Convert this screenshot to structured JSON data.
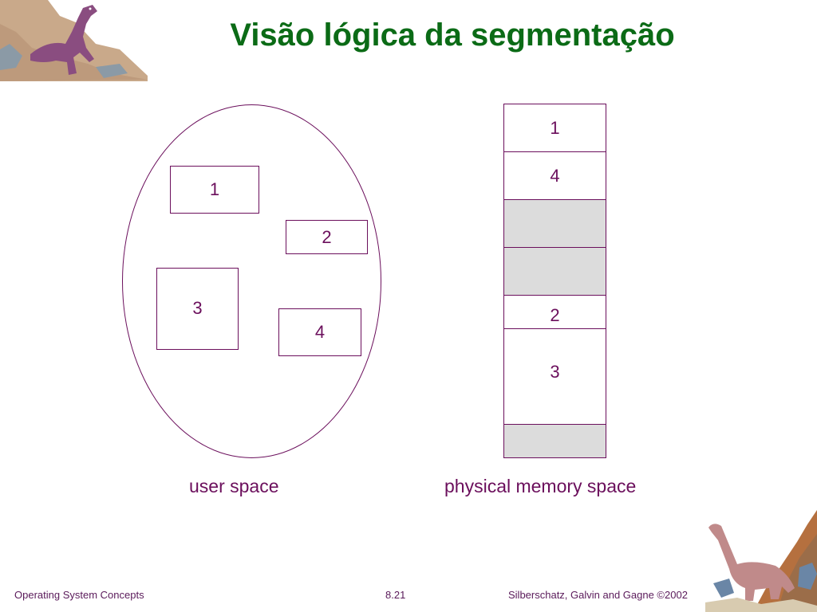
{
  "slide": {
    "title": "Visão lógica da segmentação"
  },
  "user_space": {
    "caption": "user space",
    "segments": [
      "1",
      "2",
      "3",
      "4"
    ]
  },
  "physical_memory": {
    "caption": "physical memory space",
    "blocks": [
      {
        "label": "1",
        "free": false
      },
      {
        "label": "4",
        "free": false
      },
      {
        "label": "",
        "free": true
      },
      {
        "label": "",
        "free": true
      },
      {
        "label": "2",
        "free": false
      },
      {
        "label": "3",
        "free": false
      },
      {
        "label": "",
        "free": true
      }
    ]
  },
  "footer": {
    "left": "Operating System Concepts",
    "center": "8.21",
    "right": "Silberschatz, Galvin and  Gagne ©2002"
  },
  "colors": {
    "title": "#0b6b16",
    "diagram": "#6b0f5c",
    "free_block": "#dcdcdc"
  }
}
